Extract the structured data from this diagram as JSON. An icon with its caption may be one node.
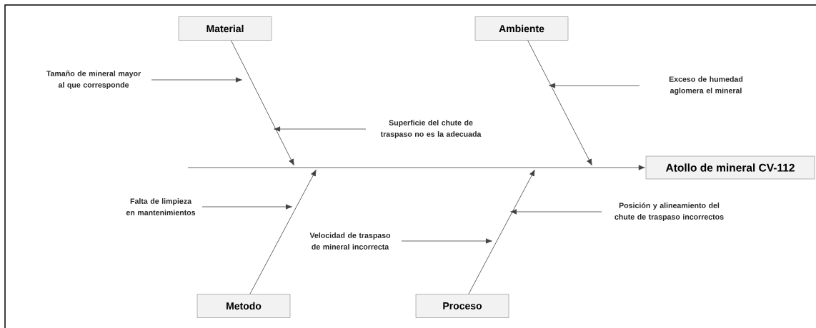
{
  "diagram": {
    "nodes": [
      {
        "text": [
          "Material"
        ]
      },
      {
        "text": [
          "Ambiente"
        ]
      },
      {
        "text": [
          "Atollo de mineral CV-112"
        ]
      },
      {
        "text": [
          "Metodo"
        ]
      },
      {
        "text": [
          "Proceso"
        ]
      },
      {
        "text": [
          "Tamaño de mineral mayor al que corresponde"
        ]
      },
      {
        "text": [
          "Superficie del chute de traspaso no es la adecuada"
        ]
      },
      {
        "text": [
          "Exceso de humedad aglomera el mineral"
        ]
      },
      {
        "text": [
          "Falta de limpieza en mantenimientos"
        ]
      },
      {
        "text": [
          "Velocidad de traspaso de mineral incorrecta"
        ]
      },
      {
        "text": [
          "Posición y alineamiento del chute de traspaso incorrectos"
        ]
      }
    ],
    "edges": [
      {
        "from": null,
        "to": 2,
        "arrow": "to"
      },
      {
        "from": 0,
        "to": null,
        "arrow": "to"
      },
      {
        "from": 1,
        "to": null,
        "arrow": "to"
      },
      {
        "from": 3,
        "to": null,
        "arrow": "to"
      },
      {
        "from": 4,
        "to": null,
        "arrow": "to"
      },
      {
        "from": 5,
        "to": null,
        "arrow": "to"
      },
      {
        "from": 6,
        "to": null,
        "arrow": "to"
      },
      {
        "from": 7,
        "to": null,
        "arrow": "to"
      },
      {
        "from": 8,
        "to": null,
        "arrow": "to"
      },
      {
        "from": 9,
        "to": null,
        "arrow": "to"
      },
      {
        "from": 10,
        "to": null,
        "arrow": "to"
      }
    ]
  }
}
